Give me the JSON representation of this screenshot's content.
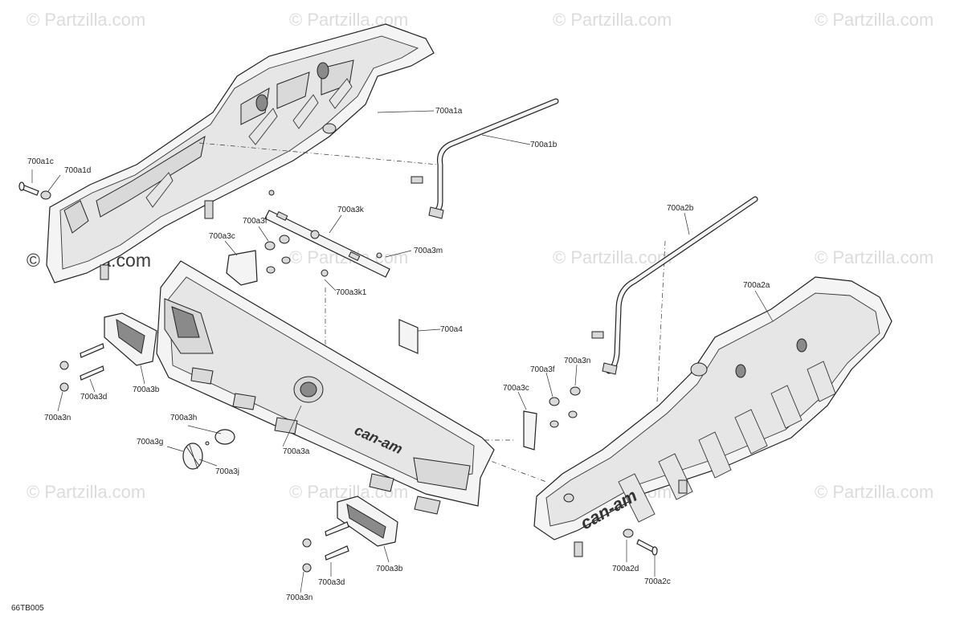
{
  "watermarks": [
    "© Partzilla.com",
    "© Partzilla.com",
    "© Partzilla.com",
    "© Partzilla.com",
    "© Partzilla.com",
    "© Partzilla.com",
    "© Partzilla.com",
    "© Partzilla.com",
    "© Partzilla.com",
    "© Partzilla.com",
    "© Partzilla.com",
    "© Partzilla.com"
  ],
  "main_watermark": "© Partzilla.com",
  "brand_text": "can-am",
  "diagram_code": "66TB005",
  "callouts": {
    "a1a": "700a1a",
    "a1b": "700a1b",
    "a1c": "700a1c",
    "a1d": "700a1d",
    "a3k": "700a3k",
    "a3f_l": "700a3f",
    "a3c_l": "700a3c",
    "a3m": "700a3m",
    "a3k1": "700a3k1",
    "a4": "700a4",
    "a3d_u": "700a3d",
    "a3b_u": "700a3b",
    "a3n_u": "700a3n",
    "a3h": "700a3h",
    "a3g": "700a3g",
    "a3j": "700a3j",
    "a3a": "700a3a",
    "a2b": "700a2b",
    "a2a": "700a2a",
    "a3n_r": "700a3n",
    "a3f_r": "700a3f",
    "a3c_r": "700a3c",
    "a2d": "700a2d",
    "a2c": "700a2c",
    "a3b_d": "700a3b",
    "a3d_d": "700a3d",
    "a3n_d": "700a3n"
  }
}
